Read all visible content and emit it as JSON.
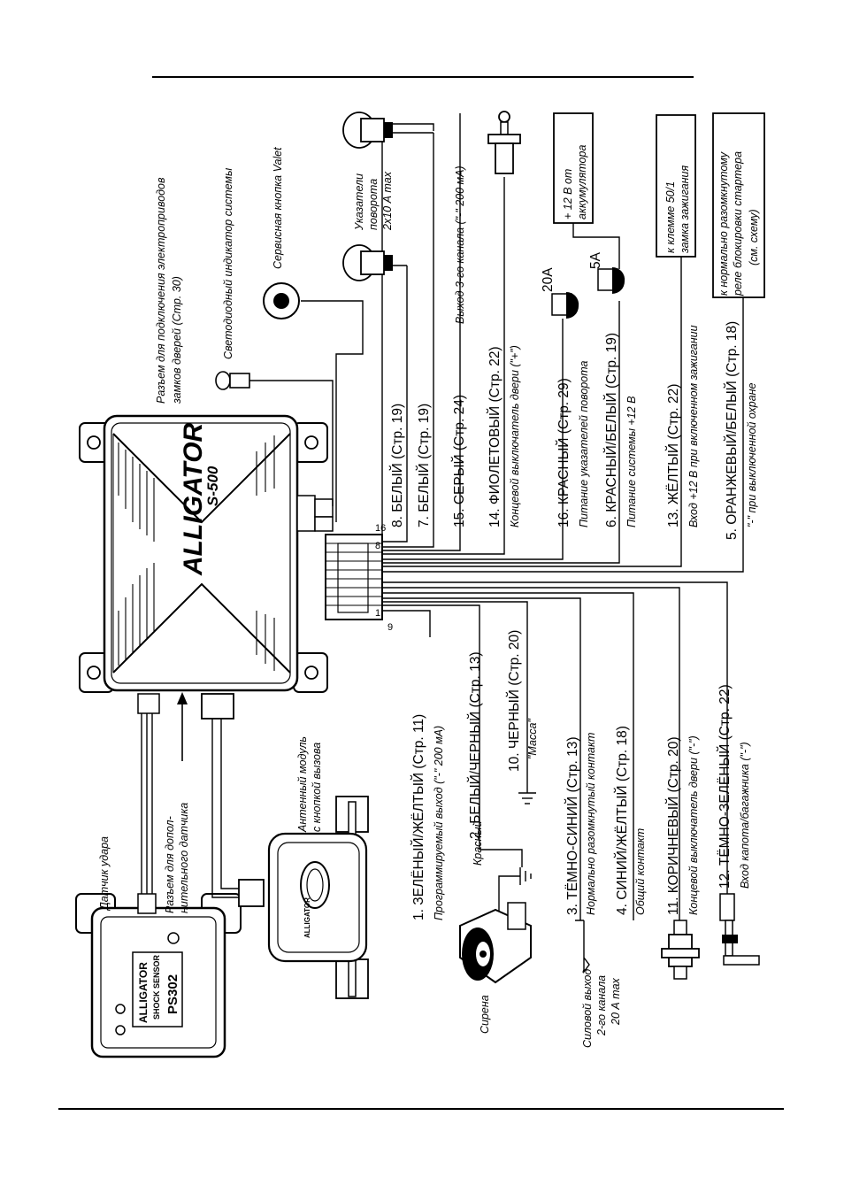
{
  "product": {
    "brand": "ALLIGATOR",
    "model": "S-500"
  },
  "shock_sensor": {
    "brand": "ALLIGATOR",
    "subtitle": "SHOCK SENSOR",
    "model": "PS302",
    "caption": "Датчик удара"
  },
  "antenna": {
    "caption_1": "Антенный модуль",
    "caption_2": "с кнопкой вызова",
    "logo": "ALLIGATOR"
  },
  "aux_sensor": {
    "caption_1": "Разъем для допол-",
    "caption_2": "нительного датчика"
  },
  "door_locks": {
    "caption_1": "Разъем для подключения электроприводов",
    "caption_2": "замков дверей (Стр. 30)"
  },
  "led": {
    "caption": "Светодиодный индикатор системы"
  },
  "valet": {
    "caption": "Сервисная кнопка Valet"
  },
  "turn_signals": {
    "caption_1": "Указатели",
    "caption_2": "поворота",
    "caption_3": "2x10 А max"
  },
  "battery": {
    "caption_1": "+ 12 В от",
    "caption_2": "аккумулятора"
  },
  "ignition": {
    "caption_1": "к клемме 50/1",
    "caption_2": "замка зажигания"
  },
  "starter": {
    "caption_1": "к нормально разомкнутому",
    "caption_2": "реле блокировки стартера",
    "caption_3": "(см. схему)"
  },
  "fuses": {
    "f1": "20А",
    "f2": "5А"
  },
  "connector": {
    "p16": "16",
    "p8": "8",
    "p1": "1",
    "p9": "9"
  },
  "siren": {
    "caption": "Сирена",
    "red_wire": "Красный"
  },
  "power_output": {
    "caption_1": "Силовой выход",
    "caption_2": "2-го канала",
    "caption_3": "20 А max"
  },
  "wires": [
    {
      "label": "8. БЕЛЫЙ (Стр. 19)",
      "note": ""
    },
    {
      "label": "7. БЕЛЫЙ (Стр. 19)",
      "note": ""
    },
    {
      "label": "15. СЕРЫЙ (Стр. 24)",
      "note": "Выход 3-го канала (\"-\" 200 мА)"
    },
    {
      "label": "14. ФИОЛЕТОВЫЙ (Стр. 22)",
      "note": "Концевой выключатель двери (\"+\")"
    },
    {
      "label": "16. КРАСНЫЙ (Стр. 29)",
      "note": "Питание указателей поворота"
    },
    {
      "label": "6. КРАСНЫЙ/БЕЛЫЙ (Стр. 19)",
      "note": "Питание системы +12 В"
    },
    {
      "label": "13. ЖЁЛТЫЙ (Стр. 22)",
      "note": "Вход +12 В при включенном зажигании"
    },
    {
      "label": "5. ОРАНЖЕВЫЙ/БЕЛЫЙ (Стр. 18)",
      "note": "\"-\" при выключенной охране"
    },
    {
      "label": "1. ЗЕЛЁНЫЙ/ЖЁЛТЫЙ (Стр. 11)",
      "note": "Программируемый выход (\"-\" 200 мА)"
    },
    {
      "label": "2. БЕЛЫЙ/ЧЕРНЫЙ (Стр. 13)",
      "note": ""
    },
    {
      "label": "10. ЧЕРНЫЙ (Стр. 20)",
      "note": "\"Масса\""
    },
    {
      "label": "3. ТЁМНО-СИНИЙ (Стр. 13)",
      "note": "Нормально разомкнутый контакт"
    },
    {
      "label": "4. СИНИЙ/ЖЁЛТЫЙ (Стр. 18)",
      "note": "Общий контакт"
    },
    {
      "label": "11. КОРИЧНЕВЫЙ (Стр. 20)",
      "note": "Концевой выключатель двери (\"-\")"
    },
    {
      "label": "12. ТЁМНО-ЗЕЛЁНЫЙ (Стр. 22)",
      "note": "Вход капота/багажника (\"-\")"
    }
  ]
}
